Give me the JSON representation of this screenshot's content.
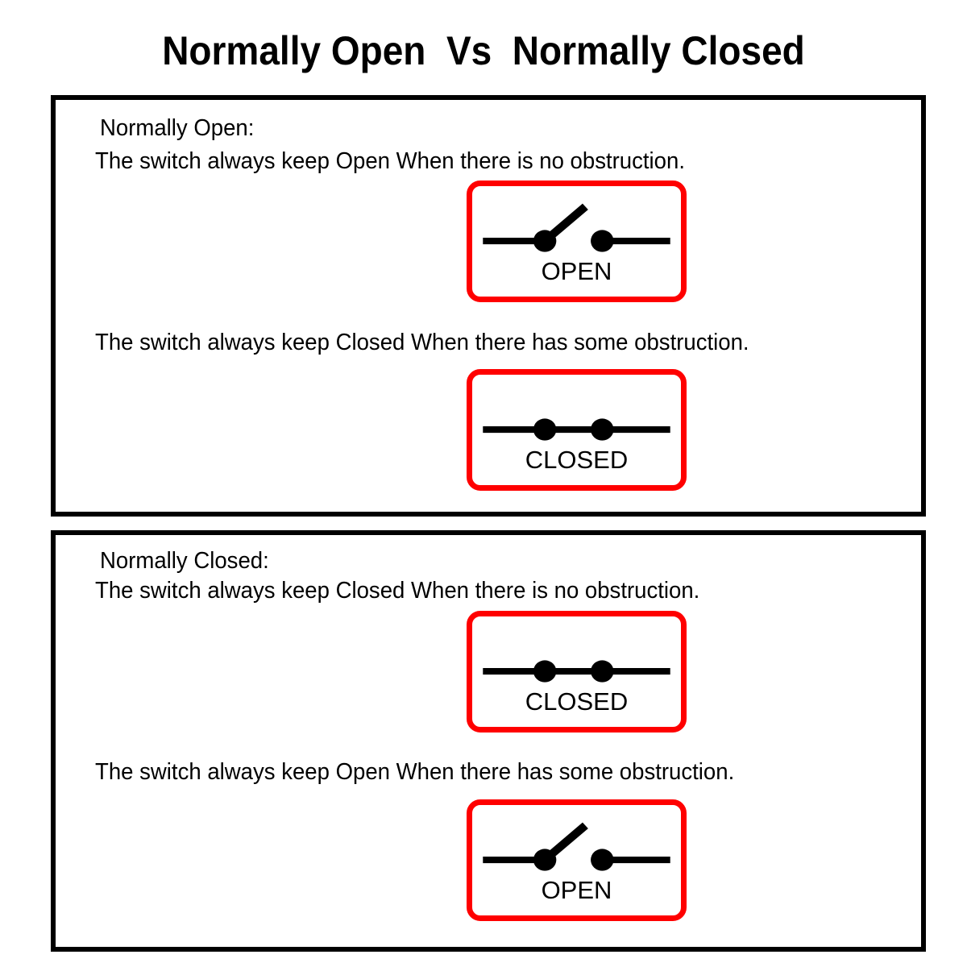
{
  "title": "Normally Open  Vs  Normally Closed",
  "colors": {
    "border_black": "#000000",
    "symbol_red": "#FF0000",
    "background": "#FFFFFF",
    "text": "#000000"
  },
  "panels": [
    {
      "id": "normally-open",
      "heading": "Normally Open:",
      "body_no_obstruction": "The switch always keep Open When there is no obstruction.",
      "body_with_obstruction": "The switch always keep Closed When there has some obstruction.",
      "symbol_no_obstruction": {
        "state": "open",
        "label": "OPEN"
      },
      "symbol_with_obstruction": {
        "state": "closed",
        "label": "CLOSED"
      }
    },
    {
      "id": "normally-closed",
      "heading": "Normally Closed:",
      "body_no_obstruction": "The switch always keep Closed When there is no obstruction.",
      "body_with_obstruction": "The switch always keep Open When there has some obstruction.",
      "symbol_no_obstruction": {
        "state": "closed",
        "label": "CLOSED"
      },
      "symbol_with_obstruction": {
        "state": "open",
        "label": "OPEN"
      }
    }
  ]
}
